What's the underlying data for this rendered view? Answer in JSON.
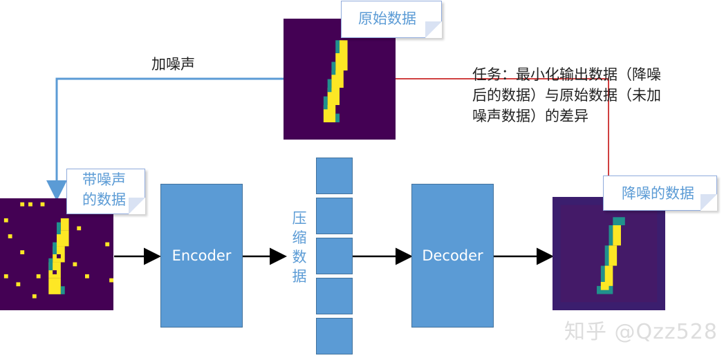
{
  "labels": {
    "original": "原始数据",
    "add_noise": "加噪声",
    "noisy_line1": "带噪声",
    "noisy_line2": "的数据",
    "denoised": "降噪的数据",
    "encoder": "Encoder",
    "decoder": "Decoder",
    "compressed": [
      "压",
      "缩",
      "数",
      "据"
    ],
    "task_lines": [
      "任务：最小化输出数据（降噪",
      "后的数据）与原始数据（未加",
      "噪声数据）的差异"
    ],
    "watermark": "知乎 @Qzz528"
  },
  "colors": {
    "box_blue": "#5b9bd5",
    "image_bg": "#440154",
    "digit_yellow": "#fde725",
    "digit_teal": "#21918c",
    "red_line": "#c00000"
  }
}
